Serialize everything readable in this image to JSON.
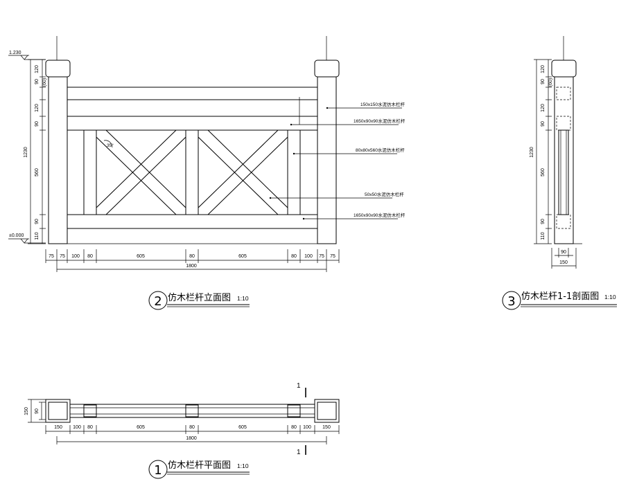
{
  "views": {
    "elevation": {
      "number": "2",
      "title": "仿木栏杆立面图",
      "scale": "1:10",
      "level_top": "1.230",
      "level_bottom": "±0.000",
      "left_dims": [
        "120",
        "90",
        "(60)",
        "120",
        "90",
        "560",
        "90",
        "110"
      ],
      "overall_height": "1230",
      "bottom_dims": [
        "75",
        "75",
        "100",
        "80",
        "605",
        "80",
        "605",
        "80",
        "100",
        "75",
        "75"
      ],
      "overall_length": "1800",
      "brace_angle": "35°",
      "callouts": [
        "150x150水泥仿木栏杆",
        "1650x90x90水泥仿木栏杆",
        "80x80x560水泥仿木栏杆",
        "50x50水泥仿木栏杆",
        "1650x90x90水泥仿木栏杆"
      ]
    },
    "section": {
      "number": "3",
      "title": "仿木栏杆1-1剖面图",
      "scale": "1:10",
      "left_dims": [
        "120",
        "90",
        "(60)",
        "120",
        "90",
        "560",
        "90",
        "110"
      ],
      "overall_height": "1230",
      "bottom_dims": [
        "90",
        "150"
      ]
    },
    "plan": {
      "number": "1",
      "title": "仿木栏杆平面图",
      "scale": "1:10",
      "left_dims": [
        "150",
        "90"
      ],
      "bottom_dims": [
        "150",
        "100",
        "80",
        "605",
        "80",
        "605",
        "80",
        "100",
        "150"
      ],
      "overall_length": "1800",
      "cut_mark": "1"
    }
  }
}
